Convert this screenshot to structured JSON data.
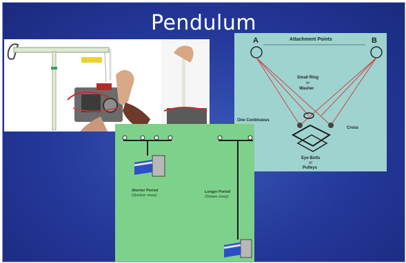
{
  "slide": {
    "title": "Pendulum"
  },
  "attachment_diagram": {
    "left_point_label": "A",
    "right_point_label": "B",
    "attachment_points_label": "Attachment Points",
    "small_ring_label": "Small Ring",
    "or_label_1": "or",
    "washer_label": "Washer",
    "continuous_line_label": "One Continuous",
    "cross_label": "Cross",
    "eye_bolts_label": "Eye Bolts",
    "or_label_2": "or",
    "pulleys_label": "Pulleys"
  },
  "period_diagram": {
    "shorter_title": "Shorter Period",
    "shorter_subtitle": "(Quicker sway)",
    "longer_title": "Longer Period",
    "longer_subtitle": "(Slower sway)"
  },
  "colors": {
    "slide_background": "#24389a",
    "attachment_panel": "#9fd3cf",
    "period_panel": "#7ed18b"
  }
}
